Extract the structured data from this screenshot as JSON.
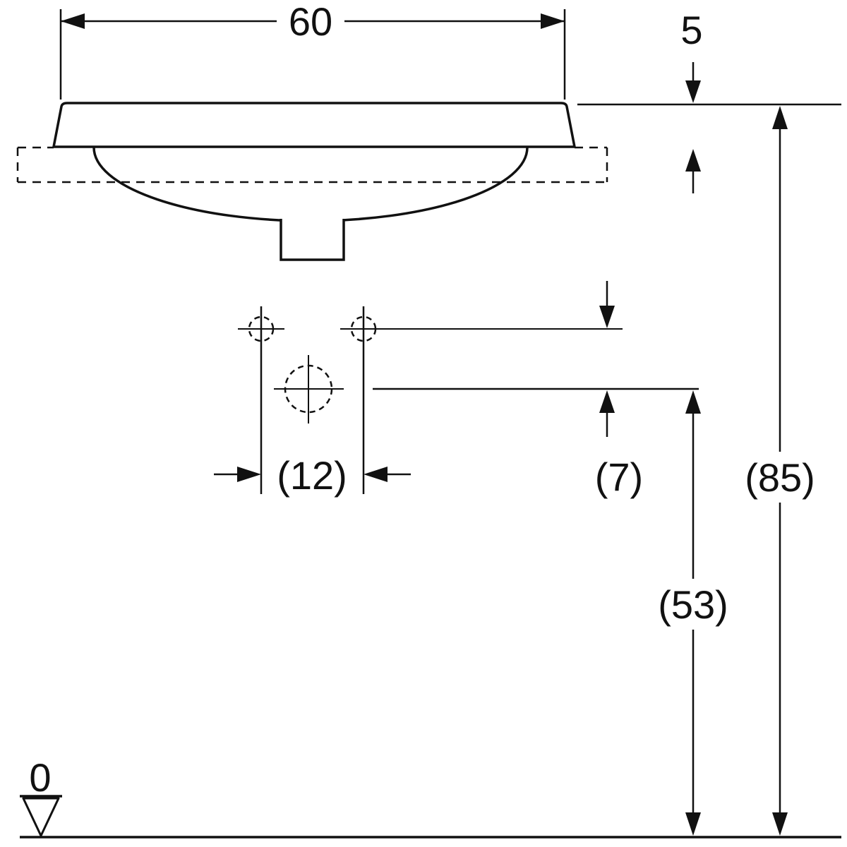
{
  "page": {
    "background": "#ffffff",
    "line_color": "#111111"
  },
  "drawing": {
    "subject": "washbasin-front-elevation-dimension-drawing",
    "labels": {
      "basin_width": "60",
      "rim_above_counter": "5",
      "tap_hole_spacing": "(12)",
      "tap_hole_vertical_offset": "(7)",
      "lower_reference_height": "(53)",
      "overall_height": "(85)",
      "floor_level": "0"
    }
  }
}
